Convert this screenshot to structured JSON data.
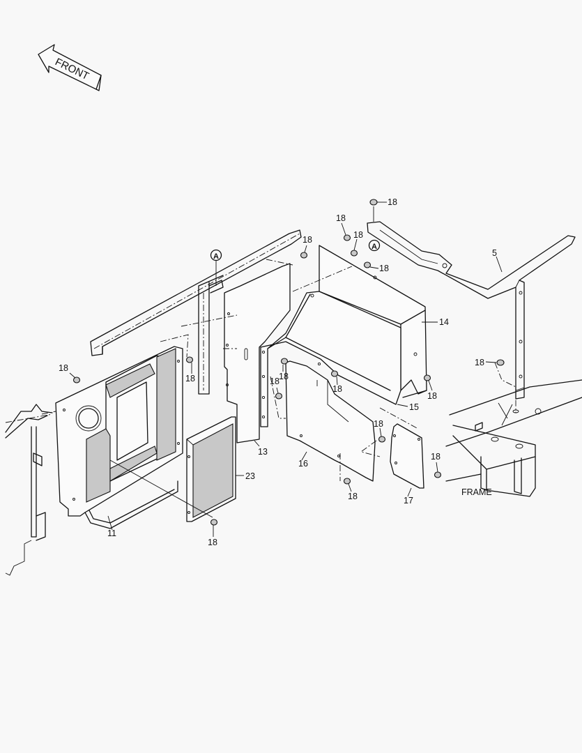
{
  "front_arrow": {
    "text": "FRONT"
  },
  "frame_label": {
    "text": "FRAME"
  },
  "reference_marks": [
    "A",
    "A"
  ],
  "callouts": {
    "p5": "5",
    "p11": "11",
    "p13": "13",
    "p14": "14",
    "p15": "15",
    "p16": "16",
    "p17": "17",
    "p23": "23",
    "b1": "18",
    "b2": "18",
    "b3": "18",
    "b4": "18",
    "b5": "18",
    "b6": "18",
    "b7": "18",
    "b8": "18",
    "b9": "18",
    "b10": "18",
    "b11": "18",
    "b12": "18",
    "b13": "18",
    "b14": "18",
    "b15": "18",
    "b16": "18"
  }
}
